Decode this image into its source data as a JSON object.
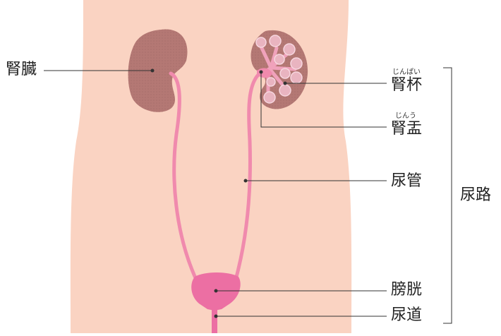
{
  "labels": {
    "kidney": "腎臓",
    "calyx": "腎杯",
    "calyx_reading": "じんぱい",
    "pelvis": "腎盂",
    "pelvis_reading": "じんう",
    "ureter": "尿管",
    "bladder": "膀胱",
    "urethra": "尿道",
    "urinary_tract": "尿路"
  },
  "colors": {
    "body": "#fad3c2",
    "kidney": "#b47874",
    "kidney_edge": "#9c6360",
    "urinary": "#f08aad",
    "bladder": "#ec6fa3",
    "calyx_fill": "#e9b4c0",
    "line": "#333333"
  }
}
